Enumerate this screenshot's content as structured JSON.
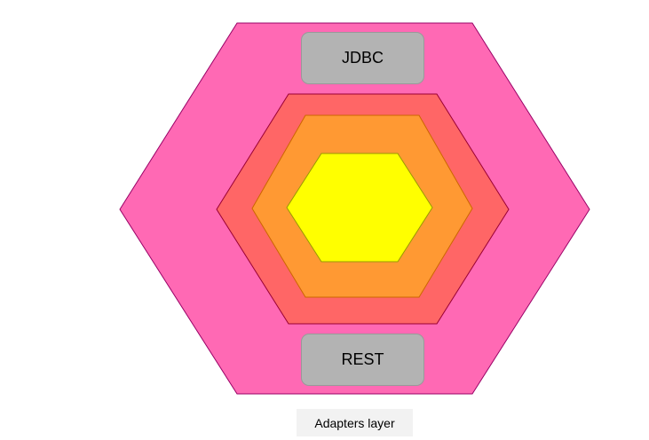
{
  "diagram": {
    "layers": [
      {
        "id": "adapters-hexagon",
        "fill": "#ff69b4",
        "stroke": "#990066"
      },
      {
        "id": "ports-hexagon",
        "fill": "#ff6666",
        "stroke": "#990033"
      },
      {
        "id": "application-hexagon",
        "fill": "#ff9933",
        "stroke": "#cc6600"
      },
      {
        "id": "domain-hexagon",
        "fill": "#ffff00",
        "stroke": "#999900"
      }
    ],
    "adapters": {
      "top_label": "JDBC",
      "bottom_label": "REST"
    },
    "caption": "Adapters layer"
  }
}
